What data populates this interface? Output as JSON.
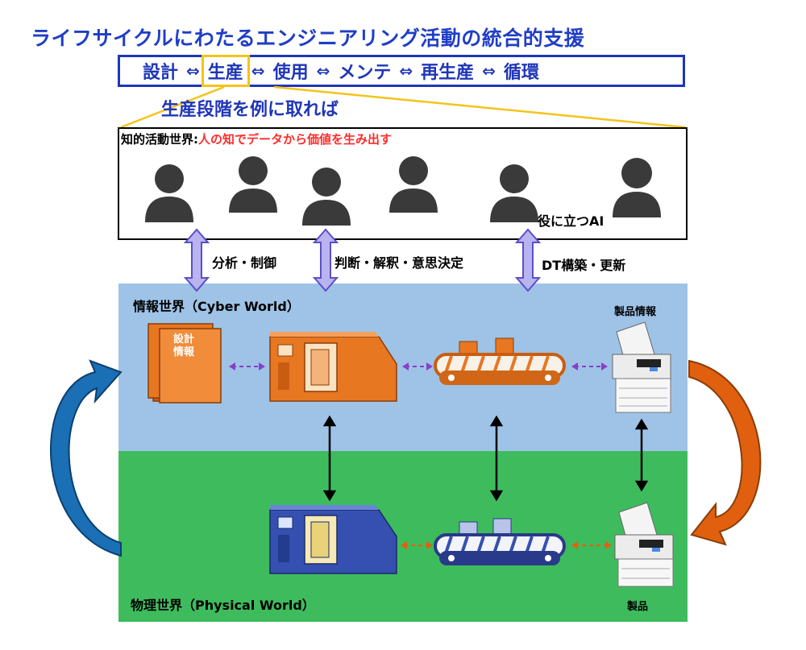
{
  "title": "ライフサイクルにわたるエンジニアリング活動の統合的支援",
  "phases": [
    {
      "label": "設計",
      "highlighted": false
    },
    {
      "label": "生産",
      "highlighted": true
    },
    {
      "label": "使用",
      "highlighted": false
    },
    {
      "label": "メンテ",
      "highlighted": false
    },
    {
      "label": "再生産",
      "highlighted": false
    },
    {
      "label": "循環",
      "highlighted": false
    }
  ],
  "phase_separator": "⇔",
  "example_text": "生産段階を例に取れば",
  "knowledge_world": {
    "label": "知的活動世界:",
    "tagline": "人の知でデータから価値を生み出す",
    "people_count": 6,
    "ai_label": "役に立つAI"
  },
  "actions": {
    "left": "分析・制御",
    "middle": "判断・解釈・意思決定",
    "right": "DT構築・更新"
  },
  "cyber_world": {
    "label": "情報世界（Cyber World）",
    "design_doc": "設計\n情報",
    "product_info": "製品情報"
  },
  "physical_world": {
    "label": "物理世界（Physical World）",
    "product": "製品"
  },
  "colors": {
    "title_blue": "#1f3ec6",
    "highlight_yellow": "#f3c41a",
    "tagline_red": "#ff2b2b",
    "cyber_bg": "#9ec3e6",
    "physical_bg": "#3ebc5d",
    "cyber_machine": "#e87722",
    "physical_machine": "#3550b0",
    "cycle_left": "#1a6fb5",
    "cycle_right": "#e06010"
  }
}
